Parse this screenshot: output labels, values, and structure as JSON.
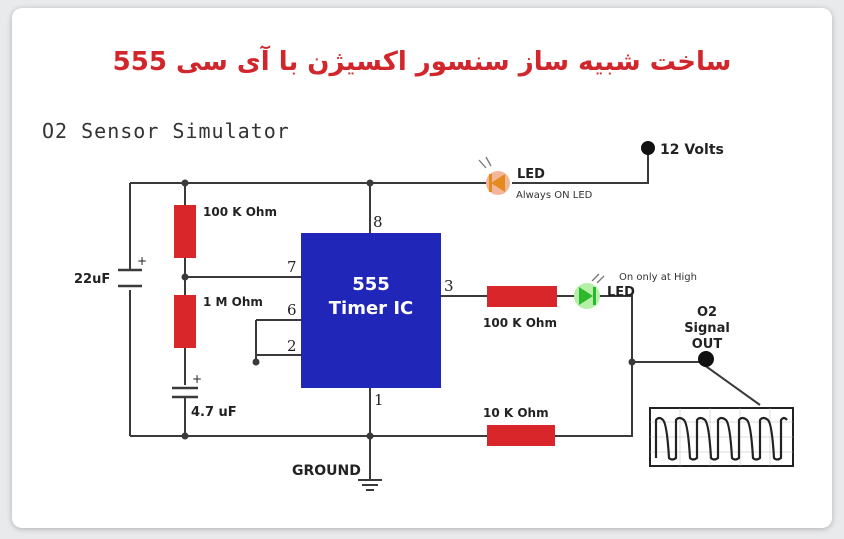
{
  "header_title": "ساخت شبیه ساز سنسور اکسیژن با آی سی 555",
  "diagram": {
    "subtitle": "O2 Sensor Simulator",
    "supply": "12 Volts",
    "led1": {
      "label": "LED",
      "note": "Always ON LED"
    },
    "led2": {
      "label": "LED",
      "note": "On only at High"
    },
    "ic": {
      "line1": "555",
      "line2": "Timer IC"
    },
    "pins": [
      "8",
      "7",
      "6",
      "2",
      "3",
      "1"
    ],
    "capacitors": {
      "c1": "22uF",
      "c2": "4.7 uF",
      "plus": "+"
    },
    "resistors": {
      "r1": "100 K Ohm",
      "r2": "1 M Ohm",
      "r3": "100 K Ohm",
      "r4": "10 K Ohm"
    },
    "output": {
      "line1": "O2",
      "line2": "Signal",
      "line3": "OUT"
    },
    "ground": "GROUND"
  },
  "colors": {
    "title": "#d1262c",
    "ic": "#1f26b8",
    "resistor": "#d8262a",
    "wire": "#3a3a3a"
  }
}
